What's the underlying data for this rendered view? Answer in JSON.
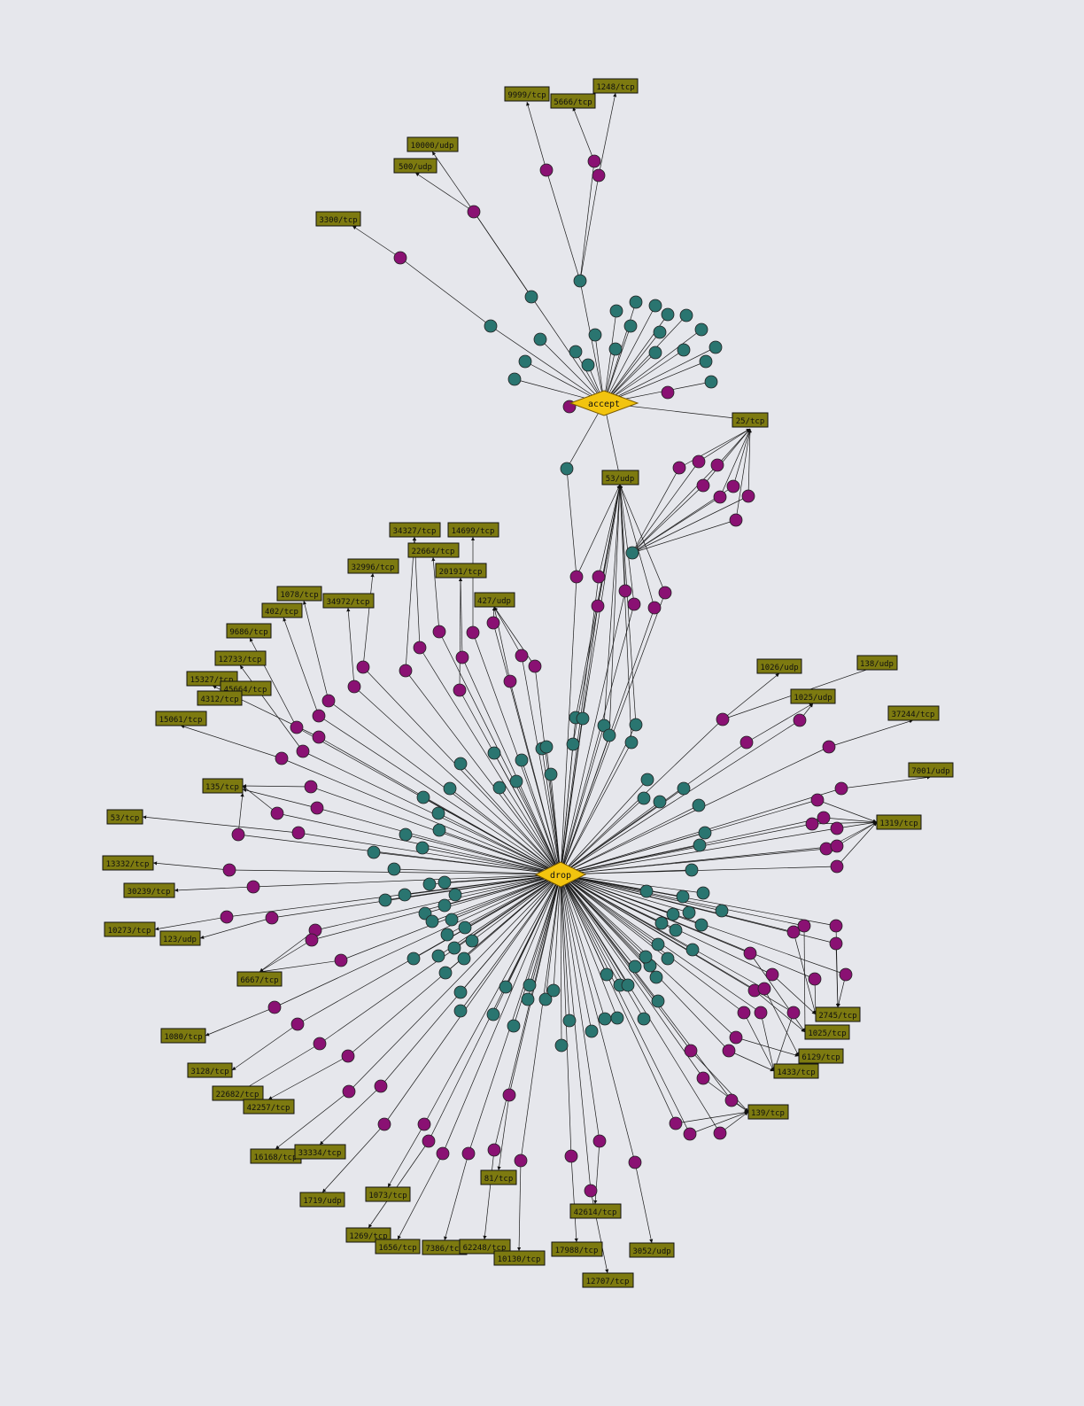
{
  "colors": {
    "background": "#e6e7ec",
    "label_fill": "#7d7a10",
    "label_text": "#101010",
    "hub_fill": "#f2c40f",
    "edge": "#1a1a1a",
    "node_teal": "#2a7570",
    "node_purple": "#8a1173"
  },
  "hubs": {
    "accept": "accept",
    "drop": "drop"
  },
  "labels": {
    "p9999": "9999/tcp",
    "p5666": "5666/tcp",
    "p1248": "1248/tcp",
    "p10000u": "10000/udp",
    "p500u": "500/udp",
    "p3300": "3300/tcp",
    "p25": "25/tcp",
    "p53u": "53/udp",
    "p34327": "34327/tcp",
    "p14699": "14699/tcp",
    "p22664": "22664/tcp",
    "p32996": "32996/tcp",
    "p20191": "20191/tcp",
    "p1078": "1078/tcp",
    "p34972": "34972/tcp",
    "p402": "402/tcp",
    "p427u": "427/udp",
    "p9686": "9686/tcp",
    "p12733": "12733/tcp",
    "p15327": "15327/tcp",
    "p45664": "45664/tcp",
    "p4312": "4312/tcp",
    "p15061": "15061/tcp",
    "p1026u": "1026/udp",
    "p138u": "138/udp",
    "p1025u": "1025/udp",
    "p37244": "37244/tcp",
    "p7001u": "7001/udp",
    "p1319": "1319/tcp",
    "p135": "135/tcp",
    "p53t": "53/tcp",
    "p13332": "13332/tcp",
    "p30239": "30239/tcp",
    "p10273": "10273/tcp",
    "p123u": "123/udp",
    "p6667": "6667/tcp",
    "p1080": "1080/tcp",
    "p3128": "3128/tcp",
    "p22682": "22682/tcp",
    "p42257": "42257/tcp",
    "p16168": "16168/tcp",
    "p33334": "33334/tcp",
    "p1719u": "1719/udp",
    "p1073": "1073/tcp",
    "p1269": "1269/tcp",
    "p1656": "1656/tcp",
    "p7386": "7386/tcp",
    "p62248": "62248/tcp",
    "p10130": "10130/tcp",
    "p81": "81/tcp",
    "p17988": "17988/tcp",
    "p42614": "42614/tcp",
    "p3052u": "3052/udp",
    "p12707": "12707/tcp",
    "p2745": "2745/tcp",
    "p1025t": "1025/tcp",
    "p6129": "6129/tcp",
    "p1433": "1433/tcp",
    "p139": "139/tcp"
  }
}
